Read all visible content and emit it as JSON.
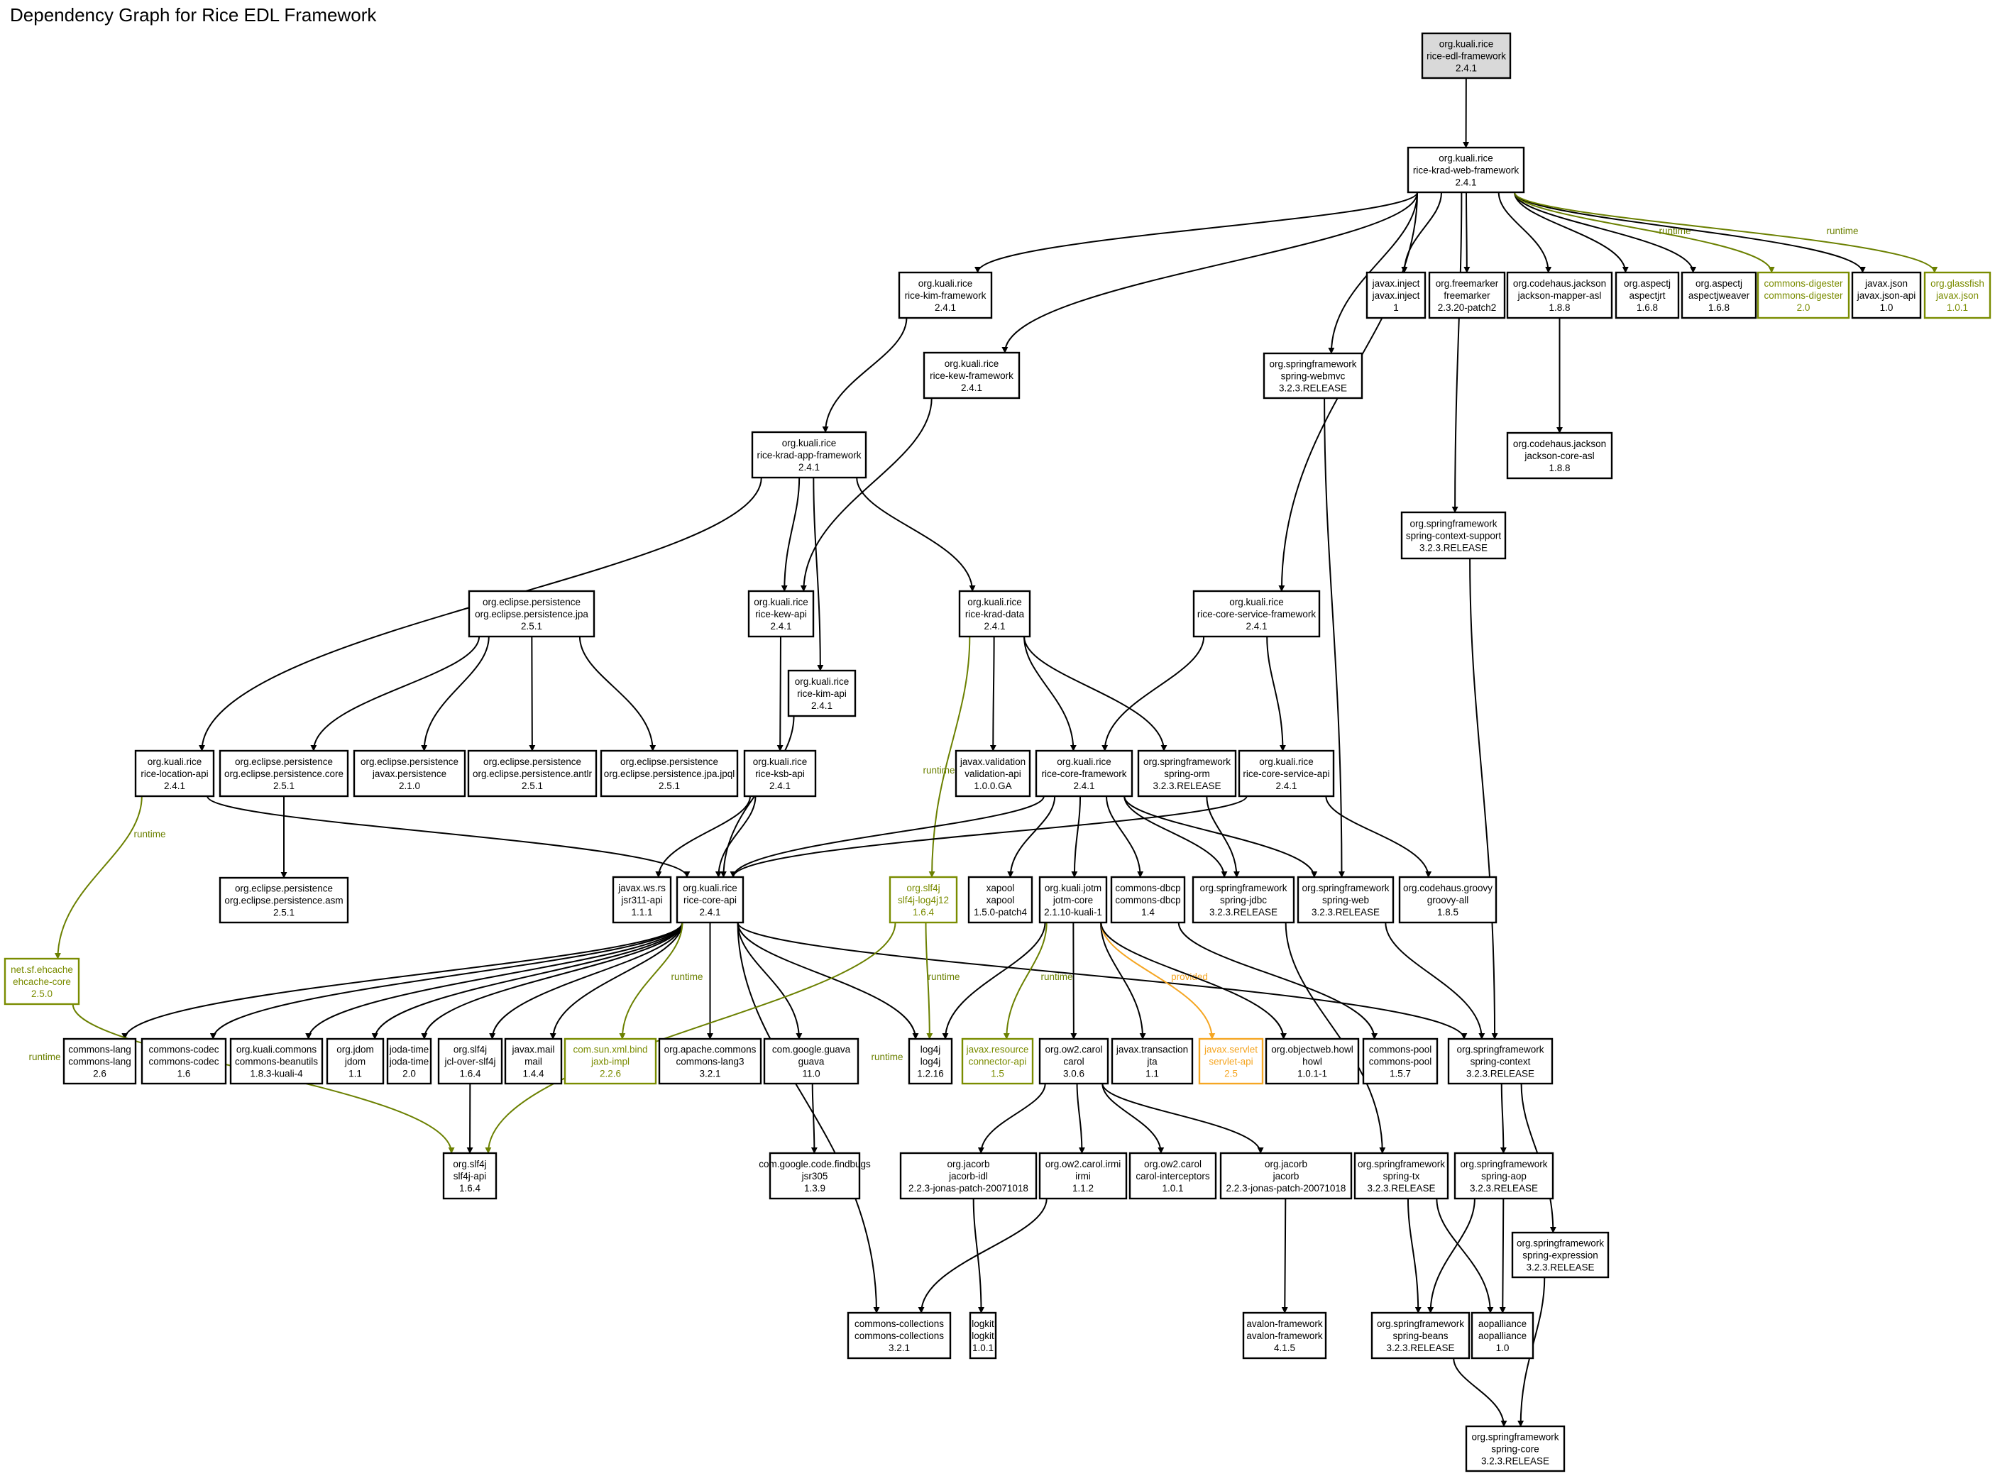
{
  "title": "Dependency Graph for Rice EDL Framework",
  "colors": {
    "runtime": "#6b8000",
    "provided": "#f5a623",
    "compile": "#000000",
    "root_fill": "#d9d9d9"
  },
  "nodes": [
    {
      "id": "edl",
      "l": [
        "org.kuali.rice",
        "rice-edl-framework",
        "2.4.1"
      ],
      "scope": "root"
    },
    {
      "id": "kradweb",
      "l": [
        "org.kuali.rice",
        "rice-krad-web-framework",
        "2.4.1"
      ]
    },
    {
      "id": "kimfw",
      "l": [
        "org.kuali.rice",
        "rice-kim-framework",
        "2.4.1"
      ]
    },
    {
      "id": "kewfw",
      "l": [
        "org.kuali.rice",
        "rice-kew-framework",
        "2.4.1"
      ]
    },
    {
      "id": "inject",
      "l": [
        "javax.inject",
        "javax.inject",
        "1"
      ]
    },
    {
      "id": "freemarker",
      "l": [
        "org.freemarker",
        "freemarker",
        "2.3.20-patch2"
      ]
    },
    {
      "id": "jmapper",
      "l": [
        "org.codehaus.jackson",
        "jackson-mapper-asl",
        "1.8.8"
      ]
    },
    {
      "id": "aspectjrt",
      "l": [
        "org.aspectj",
        "aspectjrt",
        "1.6.8"
      ]
    },
    {
      "id": "aspectjweaver",
      "l": [
        "org.aspectj",
        "aspectjweaver",
        "1.6.8"
      ]
    },
    {
      "id": "digester",
      "l": [
        "commons-digester",
        "commons-digester",
        "2.0"
      ],
      "scope": "runtime"
    },
    {
      "id": "jsonapi",
      "l": [
        "javax.json",
        "javax.json-api",
        "1.0"
      ]
    },
    {
      "id": "glassfish",
      "l": [
        "org.glassfish",
        "javax.json",
        "1.0.1"
      ],
      "scope": "runtime"
    },
    {
      "id": "webmvc",
      "l": [
        "org.springframework",
        "spring-webmvc",
        "3.2.3.RELEASE"
      ]
    },
    {
      "id": "jcore",
      "l": [
        "org.codehaus.jackson",
        "jackson-core-asl",
        "1.8.8"
      ]
    },
    {
      "id": "kradapp",
      "l": [
        "org.kuali.rice",
        "rice-krad-app-framework",
        "2.4.1"
      ]
    },
    {
      "id": "ctxsupport",
      "l": [
        "org.springframework",
        "spring-context-support",
        "3.2.3.RELEASE"
      ]
    },
    {
      "id": "eljpa",
      "l": [
        "org.eclipse.persistence",
        "org.eclipse.persistence.jpa",
        "2.5.1"
      ]
    },
    {
      "id": "kewapi",
      "l": [
        "org.kuali.rice",
        "rice-kew-api",
        "2.4.1"
      ]
    },
    {
      "id": "kraddata",
      "l": [
        "org.kuali.rice",
        "rice-krad-data",
        "2.4.1"
      ]
    },
    {
      "id": "coresvcfw",
      "l": [
        "org.kuali.rice",
        "rice-core-service-framework",
        "2.4.1"
      ]
    },
    {
      "id": "kimapi",
      "l": [
        "org.kuali.rice",
        "rice-kim-api",
        "2.4.1"
      ]
    },
    {
      "id": "locapi",
      "l": [
        "org.kuali.rice",
        "rice-location-api",
        "2.4.1"
      ]
    },
    {
      "id": "elcore",
      "l": [
        "org.eclipse.persistence",
        "org.eclipse.persistence.core",
        "2.5.1"
      ]
    },
    {
      "id": "jxpersist",
      "l": [
        "org.eclipse.persistence",
        "javax.persistence",
        "2.1.0"
      ]
    },
    {
      "id": "antlr",
      "l": [
        "org.eclipse.persistence",
        "org.eclipse.persistence.antlr",
        "2.5.1"
      ]
    },
    {
      "id": "jpql",
      "l": [
        "org.eclipse.persistence",
        "org.eclipse.persistence.jpa.jpql",
        "2.5.1"
      ]
    },
    {
      "id": "ksbapi",
      "l": [
        "org.kuali.rice",
        "rice-ksb-api",
        "2.4.1"
      ]
    },
    {
      "id": "validation",
      "l": [
        "javax.validation",
        "validation-api",
        "1.0.0.GA"
      ]
    },
    {
      "id": "corefw",
      "l": [
        "org.kuali.rice",
        "rice-core-framework",
        "2.4.1"
      ]
    },
    {
      "id": "orm",
      "l": [
        "org.springframework",
        "spring-orm",
        "3.2.3.RELEASE"
      ]
    },
    {
      "id": "coresvcapi",
      "l": [
        "org.kuali.rice",
        "rice-core-service-api",
        "2.4.1"
      ]
    },
    {
      "id": "asm",
      "l": [
        "org.eclipse.persistence",
        "org.eclipse.persistence.asm",
        "2.5.1"
      ]
    },
    {
      "id": "jsr311",
      "l": [
        "javax.ws.rs",
        "jsr311-api",
        "1.1.1"
      ]
    },
    {
      "id": "coreapi",
      "l": [
        "org.kuali.rice",
        "rice-core-api",
        "2.4.1"
      ]
    },
    {
      "id": "slf4jlog4j",
      "l": [
        "org.slf4j",
        "slf4j-log4j12",
        "1.6.4"
      ],
      "scope": "runtime"
    },
    {
      "id": "xapool",
      "l": [
        "xapool",
        "xapool",
        "1.5.0-patch4"
      ]
    },
    {
      "id": "jotm",
      "l": [
        "org.kuali.jotm",
        "jotm-core",
        "2.1.10-kuali-1"
      ]
    },
    {
      "id": "dbcp",
      "l": [
        "commons-dbcp",
        "commons-dbcp",
        "1.4"
      ]
    },
    {
      "id": "jdbc",
      "l": [
        "org.springframework",
        "spring-jdbc",
        "3.2.3.RELEASE"
      ]
    },
    {
      "id": "web",
      "l": [
        "org.springframework",
        "spring-web",
        "3.2.3.RELEASE"
      ]
    },
    {
      "id": "groovy",
      "l": [
        "org.codehaus.groovy",
        "groovy-all",
        "1.8.5"
      ]
    },
    {
      "id": "ehcache",
      "l": [
        "net.sf.ehcache",
        "ehcache-core",
        "2.5.0"
      ],
      "scope": "runtime"
    },
    {
      "id": "clang",
      "l": [
        "commons-lang",
        "commons-lang",
        "2.6"
      ]
    },
    {
      "id": "codec",
      "l": [
        "commons-codec",
        "commons-codec",
        "1.6"
      ]
    },
    {
      "id": "beanutils",
      "l": [
        "org.kuali.commons",
        "commons-beanutils",
        "1.8.3-kuali-4"
      ]
    },
    {
      "id": "jdom",
      "l": [
        "org.jdom",
        "jdom",
        "1.1"
      ]
    },
    {
      "id": "jodatime",
      "l": [
        "joda-time",
        "joda-time",
        "2.0"
      ]
    },
    {
      "id": "jcl",
      "l": [
        "org.slf4j",
        "jcl-over-slf4j",
        "1.6.4"
      ]
    },
    {
      "id": "mail",
      "l": [
        "javax.mail",
        "mail",
        "1.4.4"
      ]
    },
    {
      "id": "jaxb",
      "l": [
        "com.sun.xml.bind",
        "jaxb-impl",
        "2.2.6"
      ],
      "scope": "runtime"
    },
    {
      "id": "clang3",
      "l": [
        "org.apache.commons",
        "commons-lang3",
        "3.2.1"
      ]
    },
    {
      "id": "guava",
      "l": [
        "com.google.guava",
        "guava",
        "11.0"
      ]
    },
    {
      "id": "log4j",
      "l": [
        "log4j",
        "log4j",
        "1.2.16"
      ]
    },
    {
      "id": "connector",
      "l": [
        "javax.resource",
        "connector-api",
        "1.5"
      ],
      "scope": "runtime"
    },
    {
      "id": "carol",
      "l": [
        "org.ow2.carol",
        "carol",
        "3.0.6"
      ]
    },
    {
      "id": "jta",
      "l": [
        "javax.transaction",
        "jta",
        "1.1"
      ]
    },
    {
      "id": "servlet",
      "l": [
        "javax.servlet",
        "servlet-api",
        "2.5"
      ],
      "scope": "provided"
    },
    {
      "id": "howl",
      "l": [
        "org.objectweb.howl",
        "howl",
        "1.0.1-1"
      ]
    },
    {
      "id": "pool",
      "l": [
        "commons-pool",
        "commons-pool",
        "1.5.7"
      ]
    },
    {
      "id": "context",
      "l": [
        "org.springframework",
        "spring-context",
        "3.2.3.RELEASE"
      ]
    },
    {
      "id": "slf4japi",
      "l": [
        "org.slf4j",
        "slf4j-api",
        "1.6.4"
      ]
    },
    {
      "id": "jsr305",
      "l": [
        "com.google.code.findbugs",
        "jsr305",
        "1.3.9"
      ]
    },
    {
      "id": "jacorbidl",
      "l": [
        "org.jacorb",
        "jacorb-idl",
        "2.2.3-jonas-patch-20071018"
      ]
    },
    {
      "id": "irmi",
      "l": [
        "org.ow2.carol.irmi",
        "irmi",
        "1.1.2"
      ]
    },
    {
      "id": "carolint",
      "l": [
        "org.ow2.carol",
        "carol-interceptors",
        "1.0.1"
      ]
    },
    {
      "id": "jacorb",
      "l": [
        "org.jacorb",
        "jacorb",
        "2.2.3-jonas-patch-20071018"
      ]
    },
    {
      "id": "tx",
      "l": [
        "org.springframework",
        "spring-tx",
        "3.2.3.RELEASE"
      ]
    },
    {
      "id": "aop",
      "l": [
        "org.springframework",
        "spring-aop",
        "3.2.3.RELEASE"
      ]
    },
    {
      "id": "expression",
      "l": [
        "org.springframework",
        "spring-expression",
        "3.2.3.RELEASE"
      ]
    },
    {
      "id": "collections",
      "l": [
        "commons-collections",
        "commons-collections",
        "3.2.1"
      ]
    },
    {
      "id": "logkit",
      "l": [
        "logkit",
        "logkit",
        "1.0.1"
      ]
    },
    {
      "id": "avalon",
      "l": [
        "avalon-framework",
        "avalon-framework",
        "4.1.5"
      ]
    },
    {
      "id": "beans",
      "l": [
        "org.springframework",
        "spring-beans",
        "3.2.3.RELEASE"
      ]
    },
    {
      "id": "aopalliance",
      "l": [
        "aopalliance",
        "aopalliance",
        "1.0"
      ]
    },
    {
      "id": "springcore",
      "l": [
        "org.springframework",
        "spring-core",
        "3.2.3.RELEASE"
      ]
    }
  ],
  "edges": [
    {
      "f": "edl",
      "t": "kradweb"
    },
    {
      "f": "kradweb",
      "t": "kimfw"
    },
    {
      "f": "kradweb",
      "t": "kewfw"
    },
    {
      "f": "kradweb",
      "t": "inject"
    },
    {
      "f": "kradweb",
      "t": "freemarker"
    },
    {
      "f": "kradweb",
      "t": "jmapper"
    },
    {
      "f": "kradweb",
      "t": "aspectjrt"
    },
    {
      "f": "kradweb",
      "t": "aspectjweaver"
    },
    {
      "f": "kradweb",
      "t": "digester",
      "scope": "runtime",
      "label": "runtime"
    },
    {
      "f": "kradweb",
      "t": "jsonapi"
    },
    {
      "f": "kradweb",
      "t": "glassfish",
      "scope": "runtime",
      "label": "runtime"
    },
    {
      "f": "kradweb",
      "t": "webmvc"
    },
    {
      "f": "kradweb",
      "t": "coresvcfw"
    },
    {
      "f": "kradweb",
      "t": "ctxsupport"
    },
    {
      "f": "jmapper",
      "t": "jcore"
    },
    {
      "f": "kimfw",
      "t": "kradapp"
    },
    {
      "f": "kewfw",
      "t": "kewapi"
    },
    {
      "f": "webmvc",
      "t": "web"
    },
    {
      "f": "ctxsupport",
      "t": "context"
    },
    {
      "f": "kradapp",
      "t": "locapi"
    },
    {
      "f": "kradapp",
      "t": "kewapi"
    },
    {
      "f": "kradapp",
      "t": "kimapi"
    },
    {
      "f": "kradapp",
      "t": "kraddata"
    },
    {
      "f": "eljpa",
      "t": "elcore"
    },
    {
      "f": "eljpa",
      "t": "jxpersist"
    },
    {
      "f": "eljpa",
      "t": "antlr"
    },
    {
      "f": "eljpa",
      "t": "jpql"
    },
    {
      "f": "kewapi",
      "t": "ksbapi"
    },
    {
      "f": "kimapi",
      "t": "coreapi"
    },
    {
      "f": "kraddata",
      "t": "slf4jlog4j",
      "scope": "runtime",
      "label": "runtime"
    },
    {
      "f": "kraddata",
      "t": "validation"
    },
    {
      "f": "kraddata",
      "t": "corefw"
    },
    {
      "f": "kraddata",
      "t": "orm"
    },
    {
      "f": "coresvcfw",
      "t": "corefw"
    },
    {
      "f": "coresvcfw",
      "t": "coresvcapi"
    },
    {
      "f": "locapi",
      "t": "ehcache",
      "scope": "runtime",
      "label": "runtime"
    },
    {
      "f": "locapi",
      "t": "coreapi"
    },
    {
      "f": "elcore",
      "t": "asm"
    },
    {
      "f": "ksbapi",
      "t": "jsr311"
    },
    {
      "f": "ksbapi",
      "t": "coreapi"
    },
    {
      "f": "corefw",
      "t": "coreapi"
    },
    {
      "f": "corefw",
      "t": "xapool"
    },
    {
      "f": "corefw",
      "t": "jotm"
    },
    {
      "f": "corefw",
      "t": "dbcp"
    },
    {
      "f": "corefw",
      "t": "jdbc"
    },
    {
      "f": "corefw",
      "t": "web"
    },
    {
      "f": "orm",
      "t": "jdbc"
    },
    {
      "f": "coresvcapi",
      "t": "coreapi"
    },
    {
      "f": "coresvcapi",
      "t": "groovy"
    },
    {
      "f": "coreapi",
      "t": "clang"
    },
    {
      "f": "coreapi",
      "t": "codec"
    },
    {
      "f": "coreapi",
      "t": "beanutils"
    },
    {
      "f": "coreapi",
      "t": "jdom"
    },
    {
      "f": "coreapi",
      "t": "jodatime"
    },
    {
      "f": "coreapi",
      "t": "jcl"
    },
    {
      "f": "coreapi",
      "t": "mail"
    },
    {
      "f": "coreapi",
      "t": "jaxb",
      "scope": "runtime",
      "label": "runtime"
    },
    {
      "f": "coreapi",
      "t": "clang3"
    },
    {
      "f": "coreapi",
      "t": "guava"
    },
    {
      "f": "coreapi",
      "t": "log4j"
    },
    {
      "f": "coreapi",
      "t": "collections"
    },
    {
      "f": "coreapi",
      "t": "context"
    },
    {
      "f": "slf4jlog4j",
      "t": "log4j",
      "scope": "runtime",
      "label": "runtime"
    },
    {
      "f": "slf4jlog4j",
      "t": "slf4japi",
      "scope": "runtime",
      "label": "runtime"
    },
    {
      "f": "ehcache",
      "t": "slf4japi",
      "scope": "runtime",
      "label": "runtime"
    },
    {
      "f": "jotm",
      "t": "log4j"
    },
    {
      "f": "jotm",
      "t": "connector",
      "scope": "runtime",
      "label": "runtime"
    },
    {
      "f": "jotm",
      "t": "carol"
    },
    {
      "f": "jotm",
      "t": "jta"
    },
    {
      "f": "jotm",
      "t": "servlet",
      "scope": "provided",
      "label": "provided"
    },
    {
      "f": "jotm",
      "t": "howl"
    },
    {
      "f": "dbcp",
      "t": "pool"
    },
    {
      "f": "jdbc",
      "t": "tx"
    },
    {
      "f": "web",
      "t": "context"
    },
    {
      "f": "jcl",
      "t": "slf4japi"
    },
    {
      "f": "guava",
      "t": "jsr305"
    },
    {
      "f": "carol",
      "t": "jacorbidl"
    },
    {
      "f": "carol",
      "t": "irmi"
    },
    {
      "f": "carol",
      "t": "carolint"
    },
    {
      "f": "carol",
      "t": "jacorb"
    },
    {
      "f": "context",
      "t": "aop"
    },
    {
      "f": "context",
      "t": "expression"
    },
    {
      "f": "jacorbidl",
      "t": "logkit"
    },
    {
      "f": "irmi",
      "t": "collections"
    },
    {
      "f": "jacorb",
      "t": "avalon"
    },
    {
      "f": "tx",
      "t": "beans"
    },
    {
      "f": "tx",
      "t": "aopalliance"
    },
    {
      "f": "aop",
      "t": "beans"
    },
    {
      "f": "aop",
      "t": "aopalliance"
    },
    {
      "f": "beans",
      "t": "springcore"
    },
    {
      "f": "expression",
      "t": "springcore"
    }
  ]
}
